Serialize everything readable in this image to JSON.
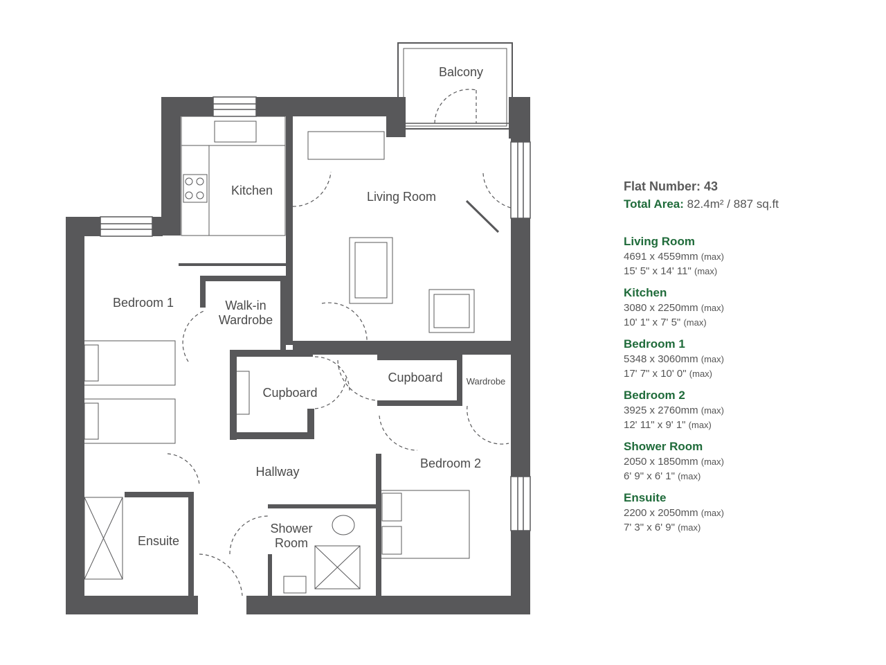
{
  "flat": {
    "label": "Flat Number:",
    "number": "43"
  },
  "total_area": {
    "label": "Total Area:",
    "value": "82.4m²",
    "imperial": "887 sq.ft"
  },
  "max_label": "(max)",
  "rooms": [
    {
      "name": "Living Room",
      "metric": "4691 x 4559mm",
      "imperial": "15' 5\" x 14' 11\""
    },
    {
      "name": "Kitchen",
      "metric": "3080 x 2250mm",
      "imperial": "10' 1\" x 7' 5\""
    },
    {
      "name": "Bedroom 1",
      "metric": "5348 x 3060mm",
      "imperial": "17' 7\" x 10' 0\""
    },
    {
      "name": "Bedroom 2",
      "metric": "3925 x 2760mm",
      "imperial": "12' 11\" x 9' 1\""
    },
    {
      "name": "Shower Room",
      "metric": "2050 x 1850mm",
      "imperial": "6' 9\" x 6' 1\""
    },
    {
      "name": "Ensuite",
      "metric": "2200 x 2050mm",
      "imperial": "7' 3\" x 6' 9\""
    }
  ],
  "plan_labels": {
    "balcony": "Balcony",
    "kitchen": "Kitchen",
    "living_room": "Living Room",
    "bedroom1": "Bedroom 1",
    "walkin1": "Walk-in",
    "walkin2": "Wardrobe",
    "cupboard_left": "Cupboard",
    "cupboard_right": "Cupboard",
    "wardrobe": "Wardrobe",
    "hallway": "Hallway",
    "bedroom2": "Bedroom 2",
    "shower1": "Shower",
    "shower2": "Room",
    "ensuite": "Ensuite"
  },
  "colors": {
    "wall": "#58585a",
    "heading": "#1f6b3a",
    "text": "#555555"
  }
}
